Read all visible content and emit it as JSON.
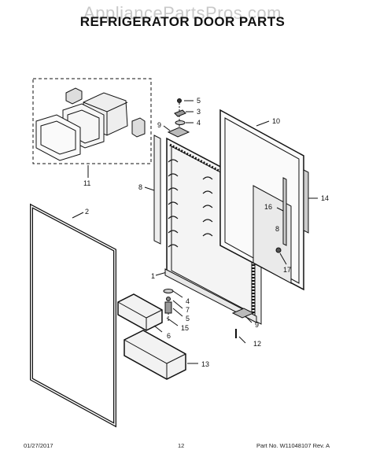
{
  "watermark": "AppliancePartsPros.com",
  "title": "REFRIGERATOR DOOR PARTS",
  "callouts": [
    {
      "id": "c1",
      "label": "1"
    },
    {
      "id": "c2",
      "label": "2"
    },
    {
      "id": "c3",
      "label": "3"
    },
    {
      "id": "c4a",
      "label": "4"
    },
    {
      "id": "c4b",
      "label": "4"
    },
    {
      "id": "c5a",
      "label": "5"
    },
    {
      "id": "c5b",
      "label": "5"
    },
    {
      "id": "c6",
      "label": "6"
    },
    {
      "id": "c7",
      "label": "7"
    },
    {
      "id": "c8a",
      "label": "8"
    },
    {
      "id": "c8b",
      "label": "8"
    },
    {
      "id": "c9a",
      "label": "9"
    },
    {
      "id": "c9b",
      "label": "9"
    },
    {
      "id": "c10",
      "label": "10"
    },
    {
      "id": "c11",
      "label": "11"
    },
    {
      "id": "c12",
      "label": "12"
    },
    {
      "id": "c13",
      "label": "13"
    },
    {
      "id": "c14",
      "label": "14"
    },
    {
      "id": "c15",
      "label": "15"
    },
    {
      "id": "c16",
      "label": "16"
    },
    {
      "id": "c17",
      "label": "17"
    }
  ],
  "footer": {
    "date": "01/27/2017",
    "page": "12",
    "part_no": "Part No. W11048107  Rev. A"
  }
}
